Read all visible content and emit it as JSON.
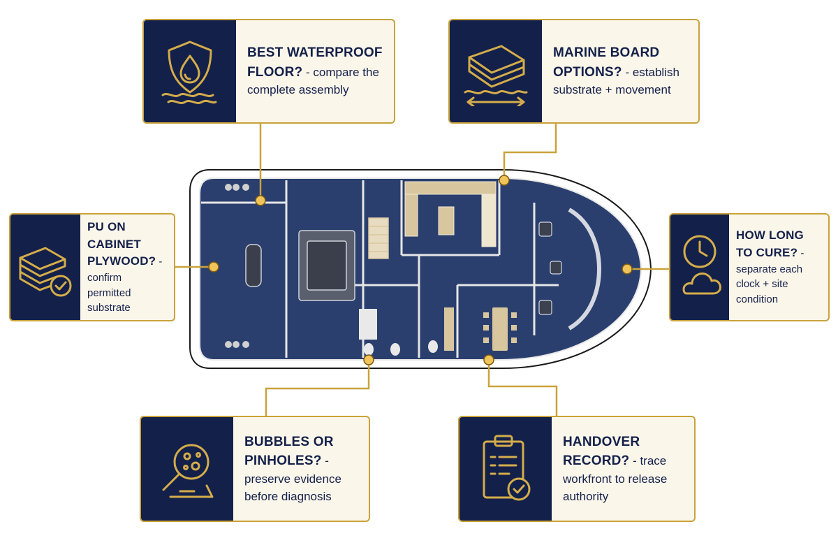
{
  "colors": {
    "navy": "#13204a",
    "gold": "#c9a23a",
    "cream": "#fbf6ea",
    "deck": "#2a3f6e"
  },
  "callouts": {
    "waterproof": {
      "icon": "shield-water-icon",
      "head": "BEST WATERPROOF FLOOR?",
      "body": " - compare the complete assembly"
    },
    "marine": {
      "icon": "layered-board-icon",
      "head": "MARINE BOARD OPTIONS?",
      "body": " - establish substrate + movement"
    },
    "pu": {
      "icon": "plywood-check-icon",
      "head": "PU ON CABINET PLYWOOD?",
      "body": " - confirm permitted substrate"
    },
    "cure": {
      "icon": "clock-cloud-icon",
      "head": "HOW LONG TO CURE?",
      "body": " - separate each clock + site condition"
    },
    "bubbles": {
      "icon": "magnifier-bubbles-icon",
      "head": "BUBBLES OR PINHOLES?",
      "body": " - preserve evidence before diagnosis"
    },
    "handover": {
      "icon": "clipboard-check-icon",
      "head": "HANDOVER RECORD?",
      "body": " - trace workfront to release authority"
    }
  }
}
